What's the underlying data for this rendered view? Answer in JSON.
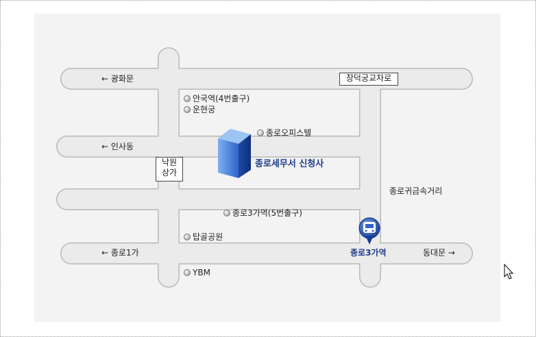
{
  "map": {
    "roads": {
      "west_gwanghwamun": "← 광화문",
      "insadong": "← 인사동",
      "jongno1ga": "← 종로1가",
      "dongdaemun": "동대문 →",
      "changdeokgung_road": "창덕궁교차로",
      "jongno_gwigeum": "종로귀금속거리"
    },
    "places": {
      "anguk_exit": "안국역(4번출구)",
      "unhyeongung": "운현궁",
      "jongno_officetel": "종로오피스텔",
      "jongno3_exit5": "종로3가역(5번출구)",
      "tapgol_park": "탑골공원",
      "ybm": "YBM",
      "nakwon_line1": "낙원",
      "nakwon_line2": "상가"
    },
    "target": "종로세무서 신청사",
    "bus_stop": "종로3가역",
    "colors": {
      "road": "#e9e9e9",
      "road_edge": "#bdbdbd",
      "building": "#2f63c9",
      "pin": "#1f4fa8"
    }
  }
}
